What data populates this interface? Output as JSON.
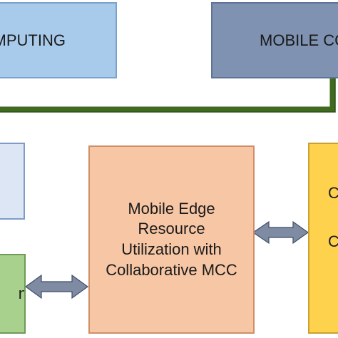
{
  "diagram": {
    "boxes": {
      "top_left": {
        "text": "MPUTING"
      },
      "top_right": {
        "text": "MOBILE CC"
      },
      "middle_left": {
        "text": ""
      },
      "bottom_left": {
        "text": "n"
      },
      "center": {
        "lines": [
          "Mobile Edge",
          "Resource",
          "Utilization with",
          "Collaborative MCC"
        ]
      },
      "right": {
        "lines": [
          "Cl",
          "C"
        ]
      }
    },
    "colors": {
      "top_left_fill": "#a9cbeb",
      "top_right_fill": "#7f92b2",
      "middle_left_fill": "#dce6f4",
      "bottom_left_fill": "#a9d18e",
      "center_fill": "#f7c6a5",
      "right_fill": "#ffd24d",
      "connector": "#3f6a1f",
      "arrow": "#7f8ba3"
    }
  }
}
